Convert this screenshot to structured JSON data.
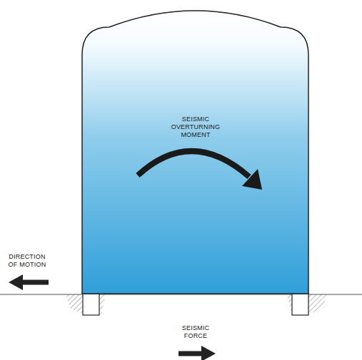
{
  "diagram": {
    "nodes": [
      {
        "text": [
          "SEISMIC OVERTURNING MOMENT"
        ]
      }
    ],
    "labels": [
      "DIRECTION OF MOTION",
      "SEISMIC FORCE"
    ]
  }
}
